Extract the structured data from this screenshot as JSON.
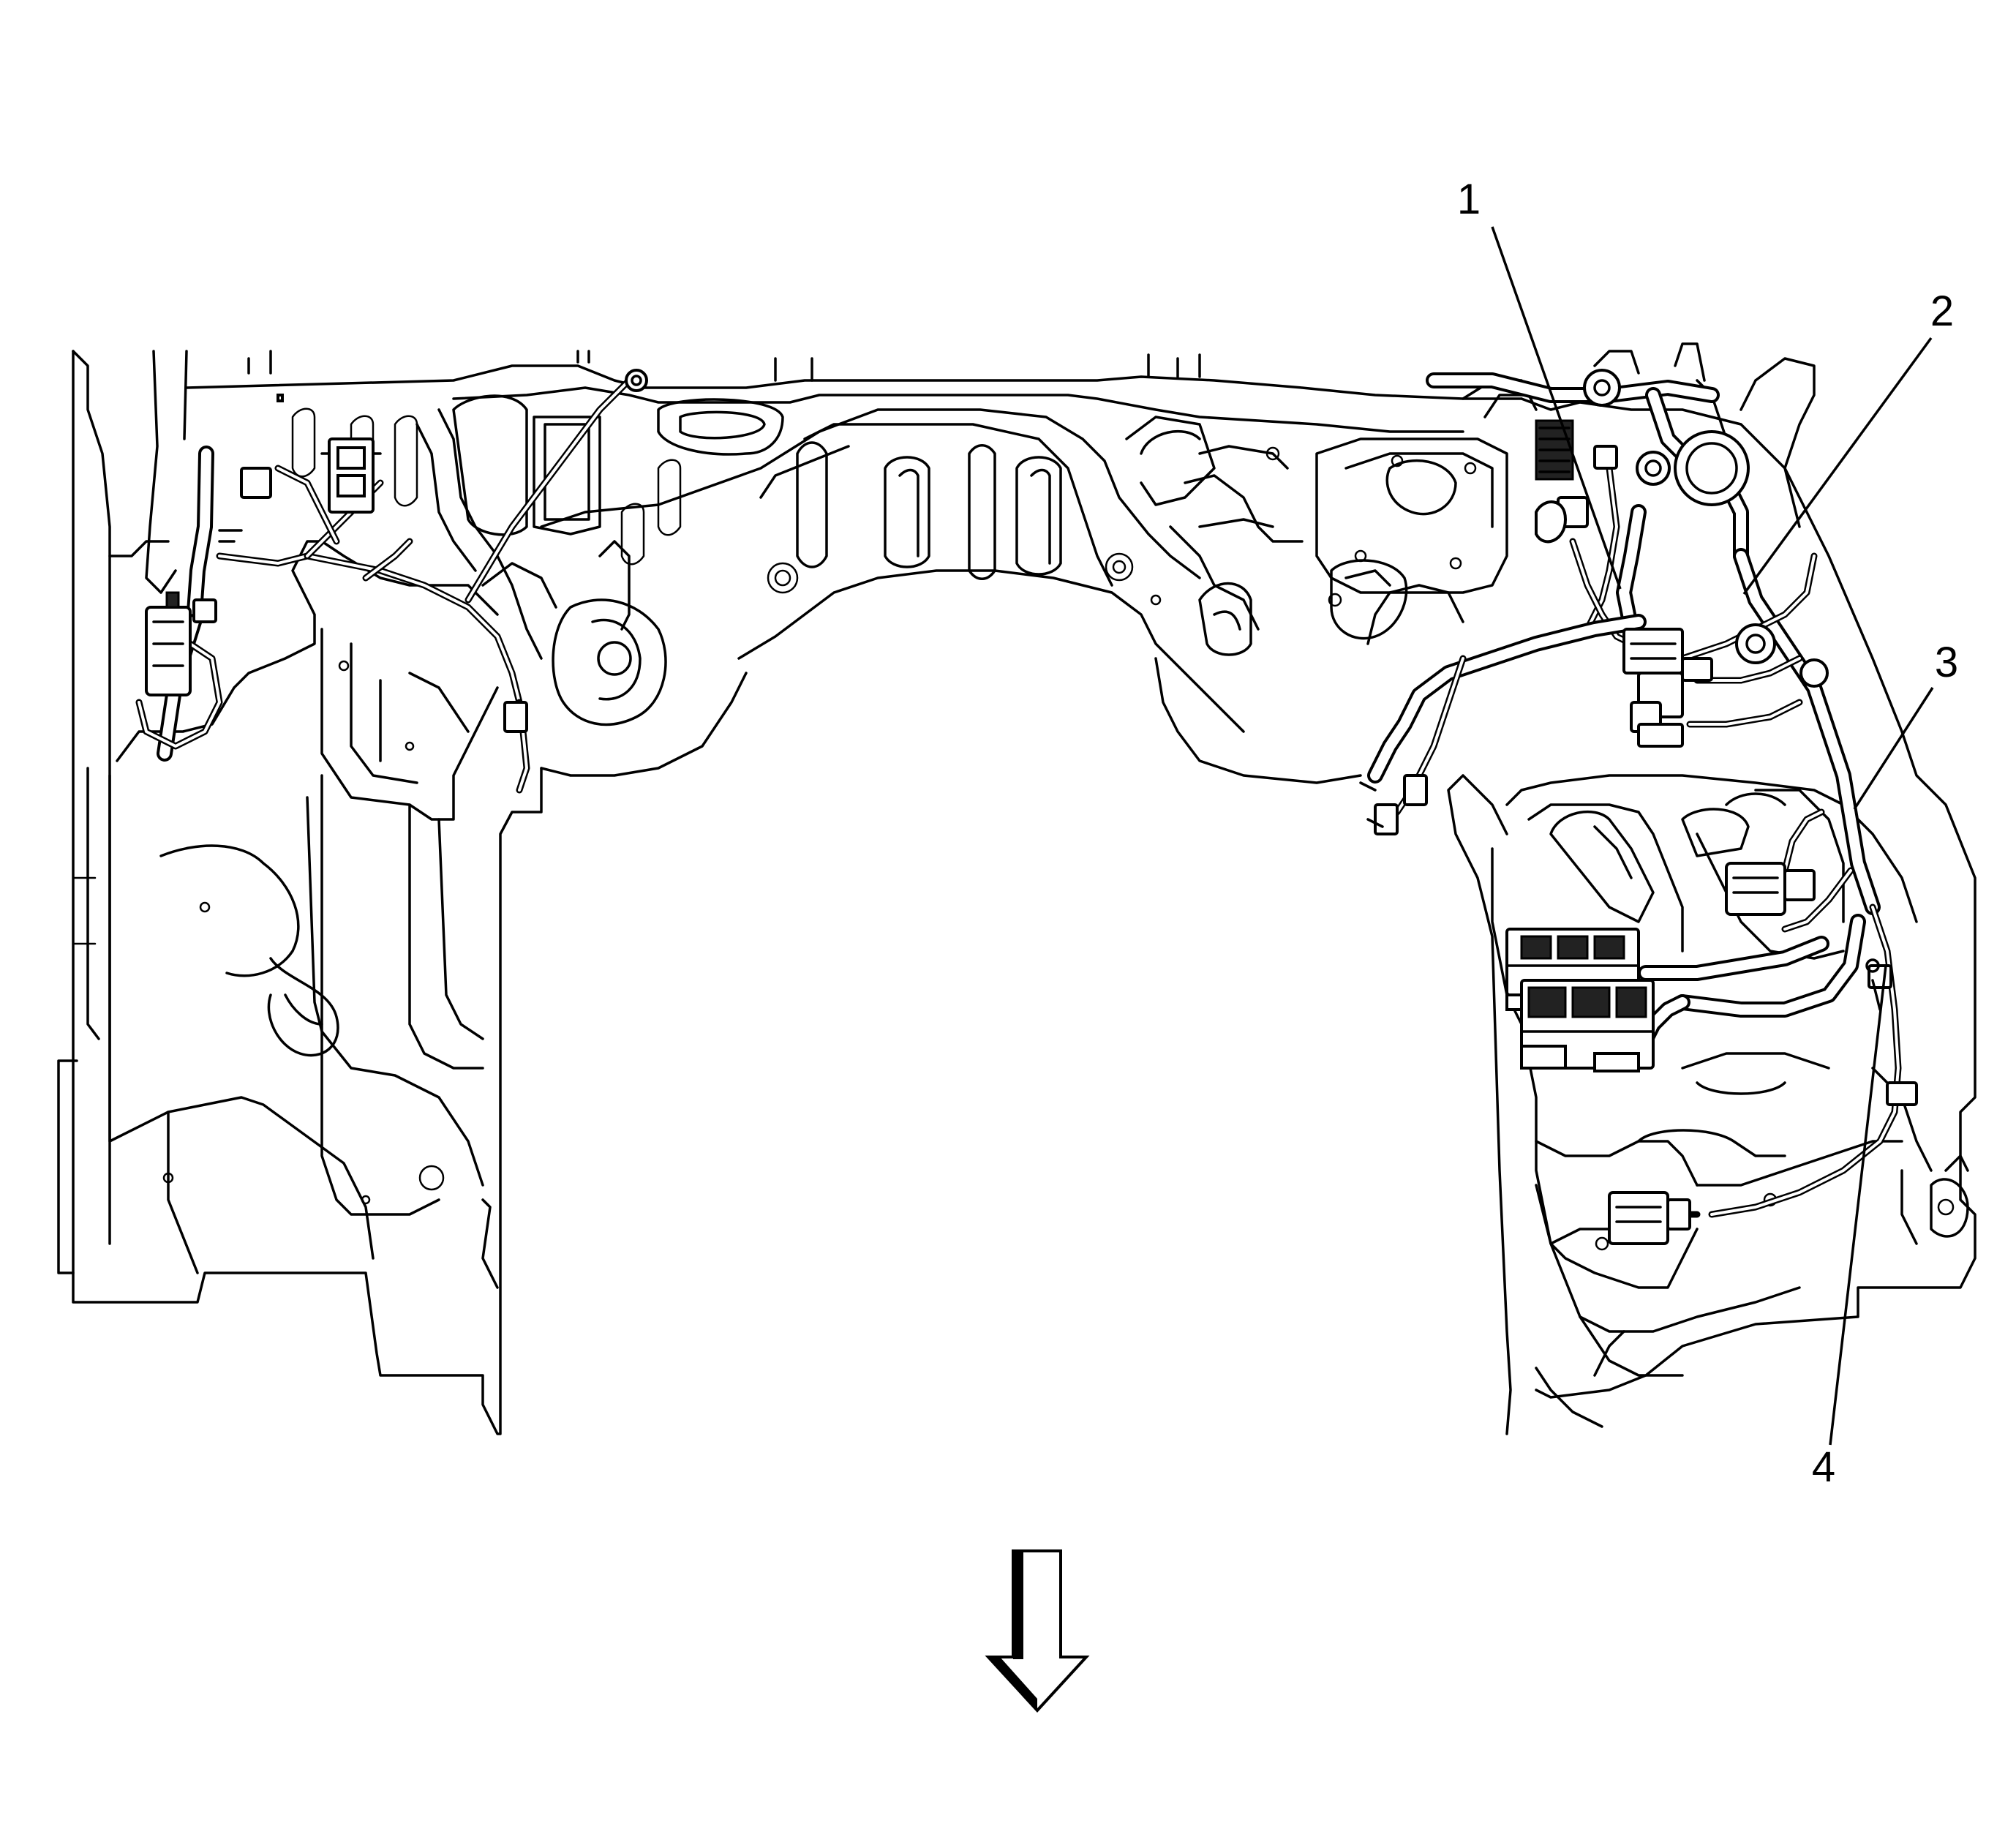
{
  "callouts": [
    {
      "id": "1",
      "label": "1"
    },
    {
      "id": "2",
      "label": "2"
    },
    {
      "id": "3",
      "label": "3"
    },
    {
      "id": "4",
      "label": "4"
    }
  ],
  "arrow": {
    "meaning": "vehicle-front-direction",
    "pointing": "down"
  }
}
